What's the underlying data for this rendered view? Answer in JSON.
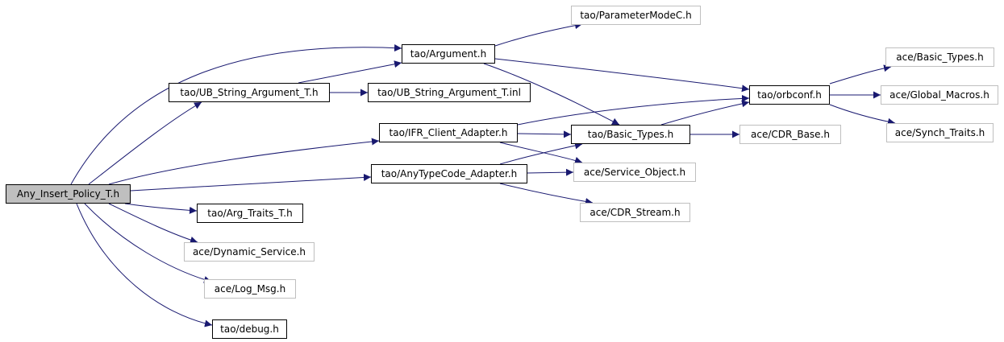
{
  "diagram": {
    "colors": {
      "edge": "#191970",
      "root_fill": "#bfbfbf",
      "solid_border": "#000000",
      "faded_border": "#bfbfbf"
    },
    "nodes": [
      {
        "id": "any_insert_policy",
        "label": "Any_Insert_Policy_T.h",
        "style": "root"
      },
      {
        "id": "argument",
        "label": "tao/Argument.h",
        "style": "solid"
      },
      {
        "id": "parametermodec",
        "label": "tao/ParameterModeC.h",
        "style": "faded"
      },
      {
        "id": "ub_string_argument",
        "label": "tao/UB_String_Argument_T.h",
        "style": "solid"
      },
      {
        "id": "ub_string_argument_inl",
        "label": "tao/UB_String_Argument_T.inl",
        "style": "solid"
      },
      {
        "id": "orbconf",
        "label": "tao/orbconf.h",
        "style": "solid"
      },
      {
        "id": "ace_basic_types",
        "label": "ace/Basic_Types.h",
        "style": "faded"
      },
      {
        "id": "ace_global_macros",
        "label": "ace/Global_Macros.h",
        "style": "faded"
      },
      {
        "id": "ace_synch_traits",
        "label": "ace/Synch_Traits.h",
        "style": "faded"
      },
      {
        "id": "ifr_client_adapter",
        "label": "tao/IFR_Client_Adapter.h",
        "style": "solid"
      },
      {
        "id": "tao_basic_types",
        "label": "tao/Basic_Types.h",
        "style": "solid"
      },
      {
        "id": "cdr_base",
        "label": "ace/CDR_Base.h",
        "style": "faded"
      },
      {
        "id": "anytypecode_adapter",
        "label": "tao/AnyTypeCode_Adapter.h",
        "style": "solid"
      },
      {
        "id": "service_object",
        "label": "ace/Service_Object.h",
        "style": "faded"
      },
      {
        "id": "cdr_stream",
        "label": "ace/CDR_Stream.h",
        "style": "faded"
      },
      {
        "id": "arg_traits",
        "label": "tao/Arg_Traits_T.h",
        "style": "solid"
      },
      {
        "id": "dynamic_service",
        "label": "ace/Dynamic_Service.h",
        "style": "faded"
      },
      {
        "id": "log_msg",
        "label": "ace/Log_Msg.h",
        "style": "faded"
      },
      {
        "id": "debug",
        "label": "tao/debug.h",
        "style": "solid"
      }
    ],
    "edges": [
      [
        "any_insert_policy",
        "argument"
      ],
      [
        "any_insert_policy",
        "ub_string_argument"
      ],
      [
        "any_insert_policy",
        "ifr_client_adapter"
      ],
      [
        "any_insert_policy",
        "anytypecode_adapter"
      ],
      [
        "any_insert_policy",
        "arg_traits"
      ],
      [
        "any_insert_policy",
        "dynamic_service"
      ],
      [
        "any_insert_policy",
        "log_msg"
      ],
      [
        "any_insert_policy",
        "debug"
      ],
      [
        "argument",
        "parametermodec"
      ],
      [
        "argument",
        "orbconf"
      ],
      [
        "argument",
        "tao_basic_types"
      ],
      [
        "ub_string_argument",
        "argument"
      ],
      [
        "ub_string_argument",
        "ub_string_argument_inl"
      ],
      [
        "orbconf",
        "ace_basic_types"
      ],
      [
        "orbconf",
        "ace_global_macros"
      ],
      [
        "orbconf",
        "ace_synch_traits"
      ],
      [
        "ifr_client_adapter",
        "orbconf"
      ],
      [
        "ifr_client_adapter",
        "tao_basic_types"
      ],
      [
        "ifr_client_adapter",
        "service_object"
      ],
      [
        "tao_basic_types",
        "orbconf"
      ],
      [
        "tao_basic_types",
        "cdr_base"
      ],
      [
        "anytypecode_adapter",
        "tao_basic_types"
      ],
      [
        "anytypecode_adapter",
        "service_object"
      ],
      [
        "anytypecode_adapter",
        "cdr_stream"
      ]
    ]
  }
}
